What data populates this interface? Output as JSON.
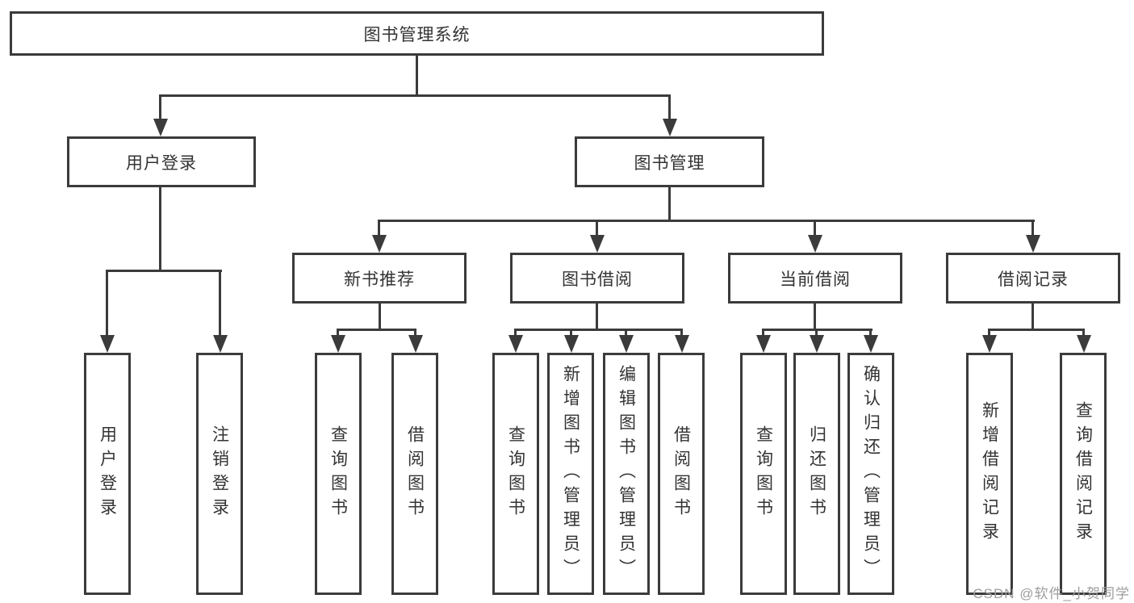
{
  "diagram": {
    "root": {
      "label": "图书管理系统"
    },
    "branches": [
      {
        "label": "用户登录",
        "children": [
          {
            "label": "用户登录"
          },
          {
            "label": "注销登录"
          }
        ]
      },
      {
        "label": "图书管理",
        "children": [
          {
            "label": "新书推荐",
            "children": [
              {
                "label": "查询图书"
              },
              {
                "label": "借阅图书"
              }
            ]
          },
          {
            "label": "图书借阅",
            "children": [
              {
                "label": "查询图书"
              },
              {
                "label": "新增图书（管理员）"
              },
              {
                "label": "编辑图书（管理员）"
              },
              {
                "label": "借阅图书"
              }
            ]
          },
          {
            "label": "当前借阅",
            "children": [
              {
                "label": "查询图书"
              },
              {
                "label": "归还图书"
              },
              {
                "label": "确认归还（管理员）"
              }
            ]
          },
          {
            "label": "借阅记录",
            "children": [
              {
                "label": "新增借阅记录"
              },
              {
                "label": "查询借阅记录"
              }
            ]
          }
        ]
      }
    ],
    "watermark": "CSDN @软件_小贺同学",
    "colors": {
      "line": "#3b3b3b",
      "text": "#333333",
      "watermark": "#9d9d9d"
    }
  }
}
